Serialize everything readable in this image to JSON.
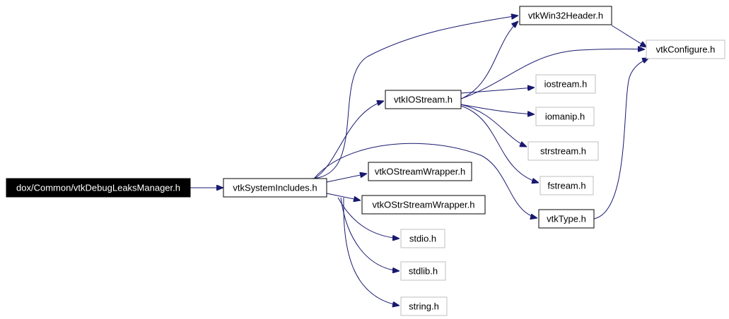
{
  "graph": {
    "colors": {
      "edge": "#191970",
      "root_fill": "#000000",
      "root_text": "#ffffff",
      "documented_border": "#000000",
      "external_border": "#bfbfbf"
    },
    "nodes": [
      {
        "id": "root",
        "label": "dox/Common/vtkDebugLeaksManager.h",
        "kind": "root"
      },
      {
        "id": "vtkSystemIncludes",
        "label": "vtkSystemIncludes.h",
        "kind": "documented"
      },
      {
        "id": "vtkWin32Header",
        "label": "vtkWin32Header.h",
        "kind": "documented"
      },
      {
        "id": "vtkConfigure",
        "label": "vtkConfigure.h",
        "kind": "external"
      },
      {
        "id": "vtkIOStream",
        "label": "vtkIOStream.h",
        "kind": "documented"
      },
      {
        "id": "iostream",
        "label": "iostream.h",
        "kind": "external"
      },
      {
        "id": "iomanip",
        "label": "iomanip.h",
        "kind": "external"
      },
      {
        "id": "strstream",
        "label": "strstream.h",
        "kind": "external"
      },
      {
        "id": "fstream",
        "label": "fstream.h",
        "kind": "external"
      },
      {
        "id": "vtkOStreamWrapper",
        "label": "vtkOStreamWrapper.h",
        "kind": "documented"
      },
      {
        "id": "vtkOStrStreamWrapper",
        "label": "vtkOStrStreamWrapper.h",
        "kind": "documented"
      },
      {
        "id": "vtkType",
        "label": "vtkType.h",
        "kind": "documented"
      },
      {
        "id": "stdio",
        "label": "stdio.h",
        "kind": "external"
      },
      {
        "id": "stdlib",
        "label": "stdlib.h",
        "kind": "external"
      },
      {
        "id": "string",
        "label": "string.h",
        "kind": "external"
      }
    ],
    "edges": [
      {
        "from": "root",
        "to": "vtkSystemIncludes"
      },
      {
        "from": "vtkSystemIncludes",
        "to": "vtkWin32Header"
      },
      {
        "from": "vtkSystemIncludes",
        "to": "vtkIOStream"
      },
      {
        "from": "vtkSystemIncludes",
        "to": "vtkOStreamWrapper"
      },
      {
        "from": "vtkSystemIncludes",
        "to": "vtkOStrStreamWrapper"
      },
      {
        "from": "vtkSystemIncludes",
        "to": "vtkType"
      },
      {
        "from": "vtkSystemIncludes",
        "to": "stdio"
      },
      {
        "from": "vtkSystemIncludes",
        "to": "stdlib"
      },
      {
        "from": "vtkSystemIncludes",
        "to": "string"
      },
      {
        "from": "vtkWin32Header",
        "to": "vtkConfigure"
      },
      {
        "from": "vtkIOStream",
        "to": "vtkWin32Header"
      },
      {
        "from": "vtkIOStream",
        "to": "vtkConfigure"
      },
      {
        "from": "vtkIOStream",
        "to": "iostream"
      },
      {
        "from": "vtkIOStream",
        "to": "iomanip"
      },
      {
        "from": "vtkIOStream",
        "to": "strstream"
      },
      {
        "from": "vtkIOStream",
        "to": "fstream"
      },
      {
        "from": "vtkType",
        "to": "vtkConfigure"
      }
    ]
  }
}
